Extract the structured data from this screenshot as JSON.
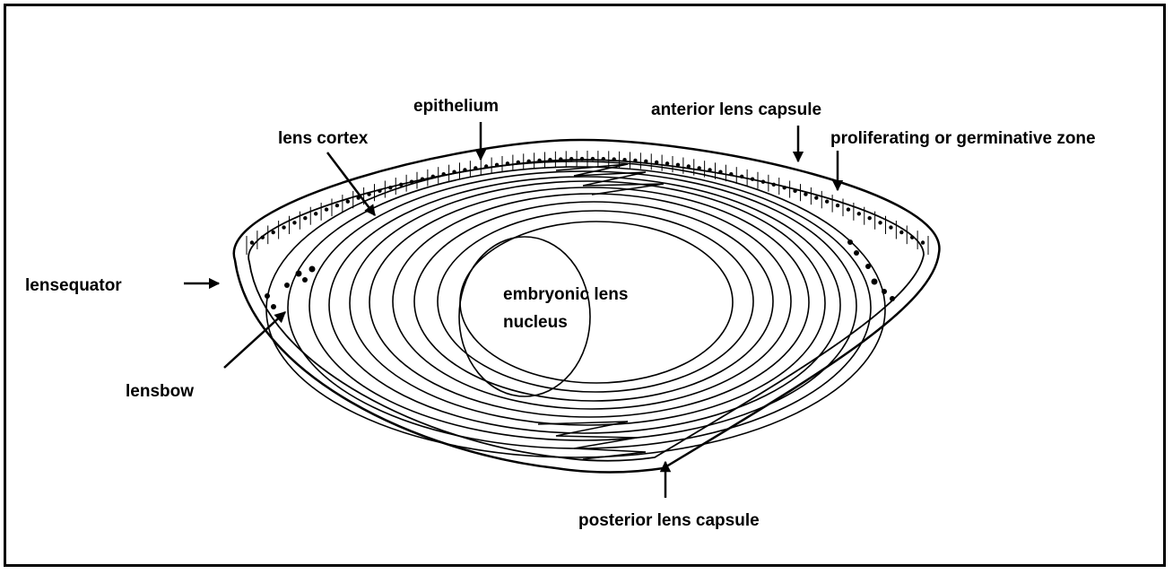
{
  "labels": {
    "epithelium": "epithelium",
    "anterior_lens_capsule": "anterior lens capsule",
    "lens_cortex": "lens cortex",
    "proliferating_zone": "proliferating or germinative zone",
    "lensequator": "lensequator",
    "embryonic_line1": "embryonic lens",
    "embryonic_line2": "nucleus",
    "lensbow": "lensbow",
    "posterior_lens_capsule": "posterior lens capsule"
  },
  "colors": {
    "ink": "#000000",
    "background": "#ffffff"
  }
}
